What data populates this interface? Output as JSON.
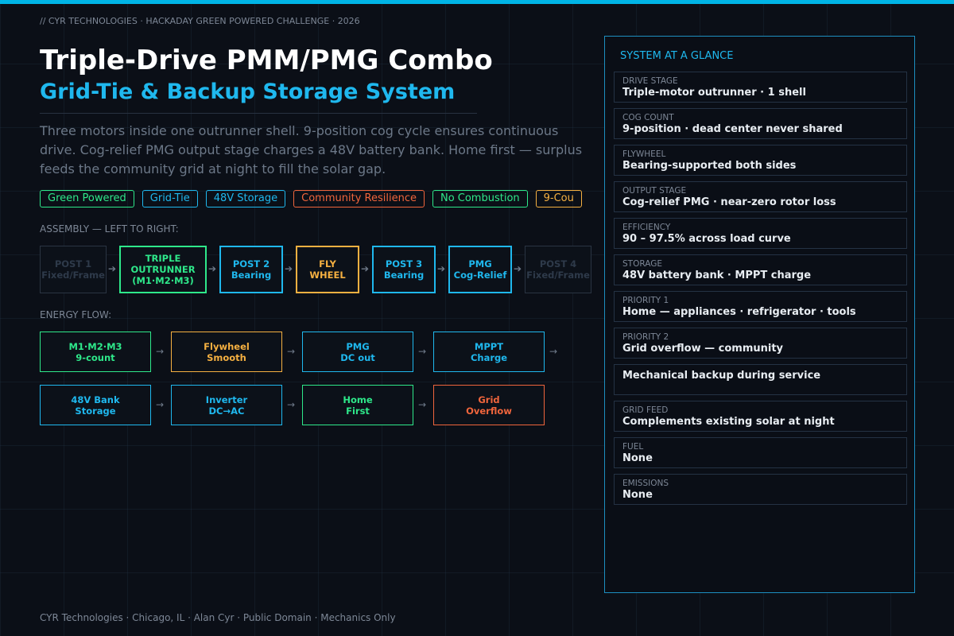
{
  "header": {
    "kicker": "// CYR TECHNOLOGIES · HACKADAY GREEN POWERED CHALLENGE · 2026",
    "title": "Triple-Drive PMM/PMG Combo",
    "subtitle": "Grid-Tie & Backup Storage System",
    "description": [
      "Three motors inside one outrunner shell. 9-position cog cycle ensures continuous",
      "drive. Cog-relief PMG output stage charges a 48V battery bank. Home first — surplus",
      "feeds the community grid at night to fill the solar gap."
    ]
  },
  "colors": {
    "accent": "#1fb8ee",
    "green": "#2ee88a",
    "orange": "#f5b041",
    "red": "#f0653c",
    "dim": "#2a3442"
  },
  "tags": [
    {
      "label": "Green Powered",
      "color": "#2ee88a"
    },
    {
      "label": "Grid-Tie",
      "color": "#1fb8ee"
    },
    {
      "label": "48V Storage",
      "color": "#1fb8ee"
    },
    {
      "label": "Community Resilience",
      "color": "#f0653c"
    },
    {
      "label": "No Combustion",
      "color": "#2ee88a"
    },
    {
      "label": "9-Cou",
      "color": "#f5b041"
    }
  ],
  "assembly": {
    "label": "ASSEMBLY — LEFT TO RIGHT:",
    "items": [
      {
        "l1": "POST 1",
        "l2": "Fixed/Frame",
        "color": "#2a3442",
        "text": "#2e3a4a"
      },
      {
        "l1": "TRIPLE",
        "l2": "OUTRUNNER",
        "l3": "(M1·M2·M3)",
        "color": "#2ee88a",
        "text": "#2ee88a"
      },
      {
        "l1": "POST 2",
        "l2": "Bearing",
        "color": "#1fb8ee",
        "text": "#1fb8ee"
      },
      {
        "l1": "FLY",
        "l2": "WHEEL",
        "color": "#f5b041",
        "text": "#f5b041"
      },
      {
        "l1": "POST 3",
        "l2": "Bearing",
        "color": "#1fb8ee",
        "text": "#1fb8ee"
      },
      {
        "l1": "PMG",
        "l2": "Cog-Relief",
        "color": "#1fb8ee",
        "text": "#1fb8ee"
      },
      {
        "l1": "POST 4",
        "l2": "Fixed/Frame",
        "color": "#2a3442",
        "text": "#2e3a4a"
      }
    ]
  },
  "energy": {
    "label": "ENERGY FLOW:",
    "items": [
      {
        "l1": "M1·M2·M3",
        "l2": "9-count",
        "color": "#2ee88a"
      },
      {
        "l1": "Flywheel",
        "l2": "Smooth",
        "color": "#f5b041"
      },
      {
        "l1": "PMG",
        "l2": "DC out",
        "color": "#1fb8ee"
      },
      {
        "l1": "MPPT",
        "l2": "Charge",
        "color": "#1fb8ee"
      },
      {
        "l1": "48V Bank",
        "l2": "Storage",
        "color": "#1fb8ee"
      },
      {
        "l1": "Inverter",
        "l2": "DC→AC",
        "color": "#1fb8ee"
      },
      {
        "l1": "Home",
        "l2": "First",
        "color": "#2ee88a"
      },
      {
        "l1": "Grid",
        "l2": "Overflow",
        "color": "#f0653c"
      }
    ]
  },
  "panel": {
    "title": "SYSTEM AT A GLANCE",
    "items": [
      {
        "label": "DRIVE STAGE",
        "value": "Triple-motor outrunner · 1 shell"
      },
      {
        "label": "COG COUNT",
        "value": "9-position · dead center never shared"
      },
      {
        "label": "FLYWHEEL",
        "value": "Bearing-supported both sides"
      },
      {
        "label": "OUTPUT STAGE",
        "value": "Cog-relief PMG · near-zero rotor loss"
      },
      {
        "label": "EFFICIENCY",
        "value": "90 – 97.5% across load curve"
      },
      {
        "label": "STORAGE",
        "value": "48V battery bank · MPPT charge"
      },
      {
        "label": "PRIORITY 1",
        "value": "Home — appliances · refrigerator · tools"
      },
      {
        "label": "PRIORITY 2",
        "value": "Grid overflow — community"
      },
      {
        "label": "",
        "value": "Mechanical backup during service"
      },
      {
        "label": "GRID FEED",
        "value": "Complements existing solar at night"
      },
      {
        "label": "FUEL",
        "value": "None"
      },
      {
        "label": "EMISSIONS",
        "value": "None"
      }
    ]
  },
  "footer": "CYR Technologies · Chicago, IL · Alan Cyr · Public Domain · Mechanics Only"
}
